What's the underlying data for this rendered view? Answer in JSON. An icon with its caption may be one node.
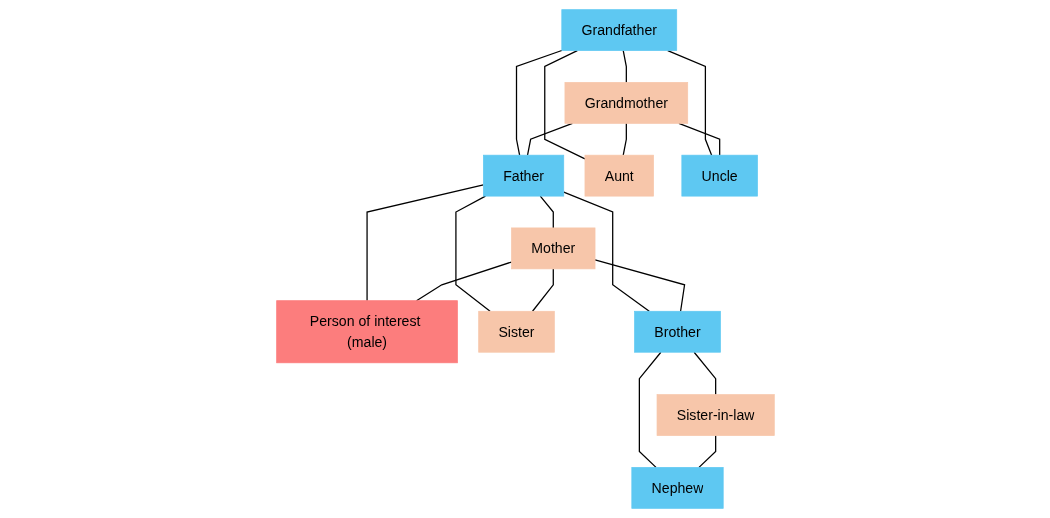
{
  "diagram": {
    "nodes": [
      {
        "text": [
          "Grandfather"
        ]
      },
      {
        "text": [
          "Grandmother"
        ]
      },
      {
        "text": [
          "Father"
        ]
      },
      {
        "text": [
          "Mother"
        ]
      },
      {
        "text": [
          "Aunt"
        ]
      },
      {
        "text": [
          "Uncle"
        ]
      },
      {
        "text": [
          "Person of interest (male)"
        ]
      },
      {
        "text": [
          "Sister"
        ]
      },
      {
        "text": [
          "Brother"
        ]
      },
      {
        "text": [
          "Sister-in-law"
        ]
      },
      {
        "text": [
          "Nephew"
        ]
      }
    ],
    "edges": [
      {
        "from": 0,
        "to": 1,
        "arrow": "none"
      },
      {
        "from": 0,
        "to": 2,
        "arrow": "none"
      },
      {
        "from": 0,
        "to": 4,
        "arrow": "none"
      },
      {
        "from": 0,
        "to": 5,
        "arrow": "none"
      },
      {
        "from": 1,
        "to": 2,
        "arrow": "none"
      },
      {
        "from": 1,
        "to": 4,
        "arrow": "none"
      },
      {
        "from": 1,
        "to": 5,
        "arrow": "none"
      },
      {
        "from": 2,
        "to": 3,
        "arrow": "none"
      },
      {
        "from": 2,
        "to": 6,
        "arrow": "none"
      },
      {
        "from": 2,
        "to": 7,
        "arrow": "none"
      },
      {
        "from": 2,
        "to": 8,
        "arrow": "none"
      },
      {
        "from": 3,
        "to": 6,
        "arrow": "none"
      },
      {
        "from": 3,
        "to": 7,
        "arrow": "none"
      },
      {
        "from": 3,
        "to": 8,
        "arrow": "none"
      },
      {
        "from": 8,
        "to": 9,
        "arrow": "none"
      },
      {
        "from": 8,
        "to": 10,
        "arrow": "none"
      },
      {
        "from": 9,
        "to": 10,
        "arrow": "none"
      }
    ]
  }
}
